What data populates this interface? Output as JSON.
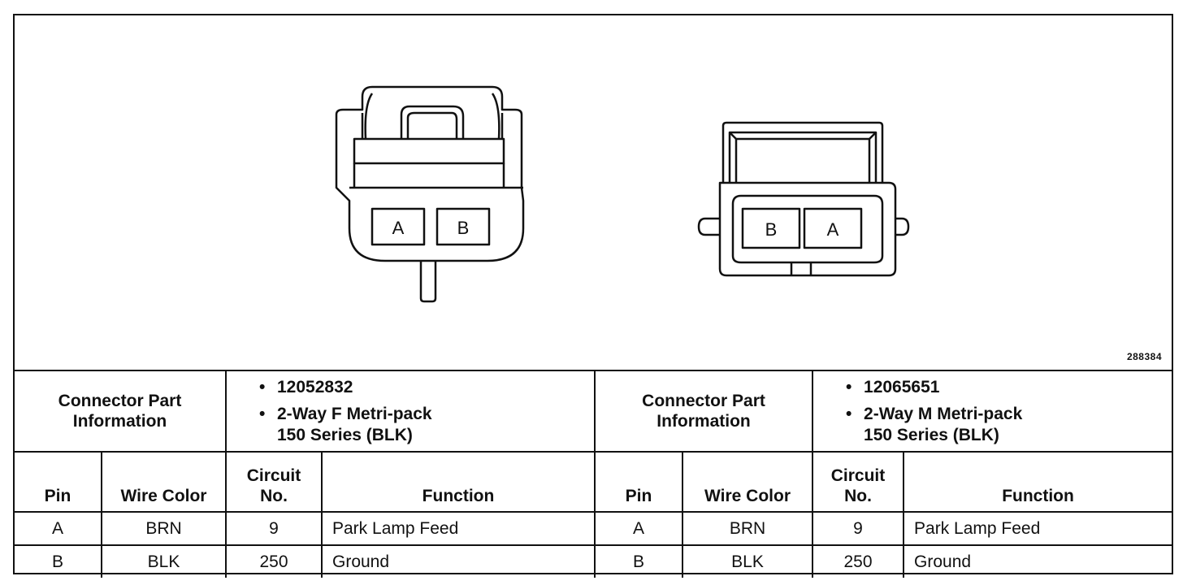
{
  "figure_id": "288384",
  "connectors": [
    {
      "cavity_labels": [
        "A",
        "B"
      ],
      "part_label_line1": "Connector Part",
      "part_label_line2": "Information",
      "part_number": "12052832",
      "description_line1": "2-Way F Metri-pack",
      "description_line2": "150 Series (BLK)",
      "headers": {
        "pin": "Pin",
        "wire_color": "Wire Color",
        "circuit_line1": "Circuit",
        "circuit_line2": "No.",
        "function": "Function"
      },
      "rows": [
        {
          "pin": "A",
          "wire_color": "BRN",
          "circuit": "9",
          "function": "Park Lamp Feed"
        },
        {
          "pin": "B",
          "wire_color": "BLK",
          "circuit": "250",
          "function": "Ground"
        }
      ]
    },
    {
      "cavity_labels": [
        "B",
        "A"
      ],
      "part_label_line1": "Connector Part",
      "part_label_line2": "Information",
      "part_number": "12065651",
      "description_line1": "2-Way M Metri-pack",
      "description_line2": "150 Series (BLK)",
      "headers": {
        "pin": "Pin",
        "wire_color": "Wire Color",
        "circuit_line1": "Circuit",
        "circuit_line2": "No.",
        "function": "Function"
      },
      "rows": [
        {
          "pin": "A",
          "wire_color": "BRN",
          "circuit": "9",
          "function": "Park Lamp Feed"
        },
        {
          "pin": "B",
          "wire_color": "BLK",
          "circuit": "250",
          "function": "Ground"
        }
      ]
    }
  ]
}
